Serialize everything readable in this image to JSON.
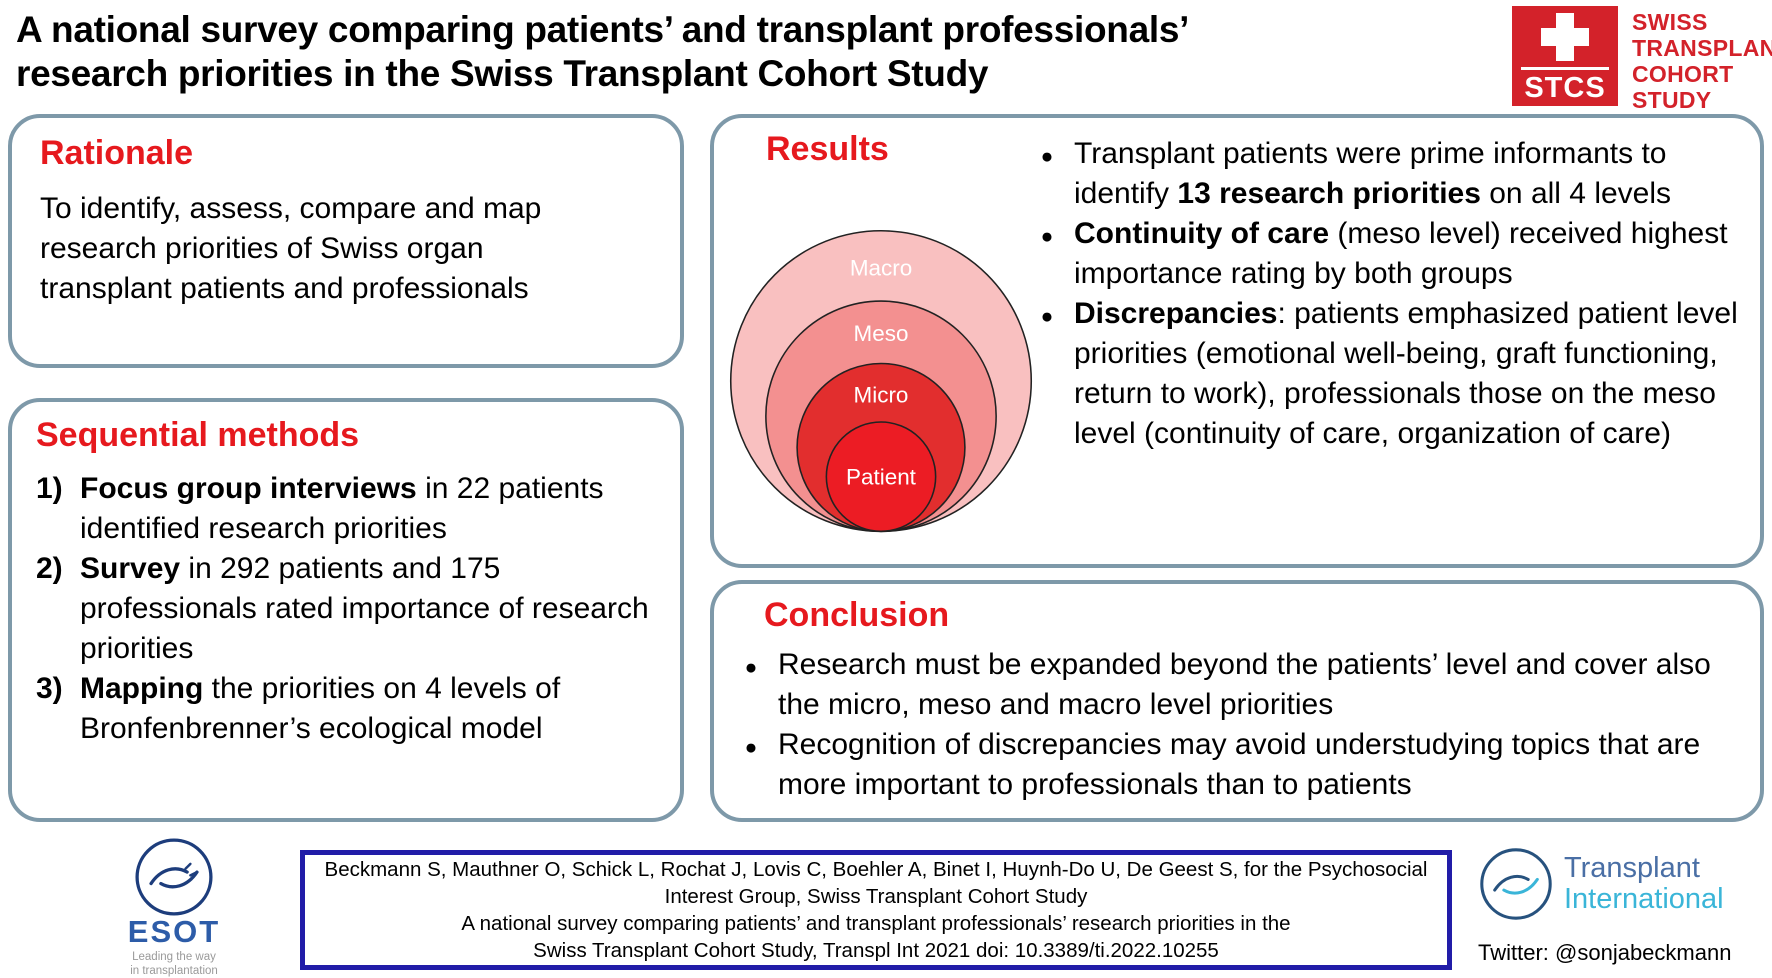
{
  "header": {
    "title_line1": "A national survey comparing patients’ and transplant professionals’",
    "title_line2": "research priorities in the Swiss Transplant Cohort Study"
  },
  "logos": {
    "stcs": {
      "abbr": "STCS",
      "lines": [
        "SWISS",
        "TRANSPLANT",
        "COHORT",
        "STUDY"
      ]
    },
    "esot": {
      "name": "ESOT",
      "tagline1": "Leading the way",
      "tagline2": "in transplantation"
    },
    "transplant_international": {
      "line1": "Transplant",
      "line2": "International"
    },
    "twitter": "Twitter: @sonjabeckmann"
  },
  "rationale": {
    "heading": "Rationale",
    "body": "To identify, assess, compare and map research priorities of Swiss organ transplant patients and professionals"
  },
  "methods": {
    "heading": "Sequential methods",
    "items": [
      {
        "num": "1)",
        "segments": [
          {
            "t": "Focus group interviews",
            "b": true
          },
          {
            "t": " in 22 patients identified research priorities",
            "b": false
          }
        ]
      },
      {
        "num": "2)",
        "segments": [
          {
            "t": "Survey",
            "b": true
          },
          {
            "t": " in 292 patients and 175 professionals rated importance of research priorities",
            "b": false
          }
        ]
      },
      {
        "num": "3)",
        "segments": [
          {
            "t": "Mapping",
            "b": true
          },
          {
            "t": " the priorities on 4 levels of Bronfenbrenner’s ecological model",
            "b": false
          }
        ]
      }
    ]
  },
  "results": {
    "heading": "Results",
    "bullets": [
      {
        "segments": [
          {
            "t": "Transplant patients were prime informants to identify ",
            "b": false
          },
          {
            "t": "13 research priorities",
            "b": true
          },
          {
            "t": " on all 4 levels",
            "b": false
          }
        ]
      },
      {
        "segments": [
          {
            "t": "Continuity of care",
            "b": true
          },
          {
            "t": " (meso level) received highest importance rating by both groups",
            "b": false
          }
        ]
      },
      {
        "segments": [
          {
            "t": "Discrepancies",
            "b": true
          },
          {
            "t": ": patients emphasized patient level priorities (emotional well-being, graft functioning, return to work), professionals those on the meso level (continuity of care, organization of care)",
            "b": false
          }
        ]
      }
    ],
    "diagram": {
      "levels": [
        {
          "label": "Macro",
          "color": "#f9c0c0"
        },
        {
          "label": "Meso",
          "color": "#f39090"
        },
        {
          "label": "Micro",
          "color": "#e22e2e"
        },
        {
          "label": "Patient",
          "color": "#ec1c24"
        }
      ]
    }
  },
  "conclusion": {
    "heading": "Conclusion",
    "bullets": [
      "Research must be expanded beyond the patients’ level and cover also the micro, meso and macro level priorities",
      "Recognition of discrepancies may avoid understudying topics that are more important to professionals than to patients"
    ]
  },
  "citation": {
    "lines": [
      "Beckmann S, Mauthner O, Schick L, Rochat J, Lovis C, Boehler A, Binet I, Huynh-Do U, De Geest S, for the Psychosocial",
      "Interest Group, Swiss Transplant Cohort Study",
      "A national survey comparing patients’ and transplant professionals’ research priorities in the",
      "Swiss Transplant Cohort Study, Transpl Int 2021 doi: 10.3389/ti.2022.10255"
    ]
  },
  "colors": {
    "heading_red": "#e6191e",
    "box_border": "#7e99a9",
    "citation_border": "#211ca8",
    "stcs_red": "#d3222a"
  }
}
